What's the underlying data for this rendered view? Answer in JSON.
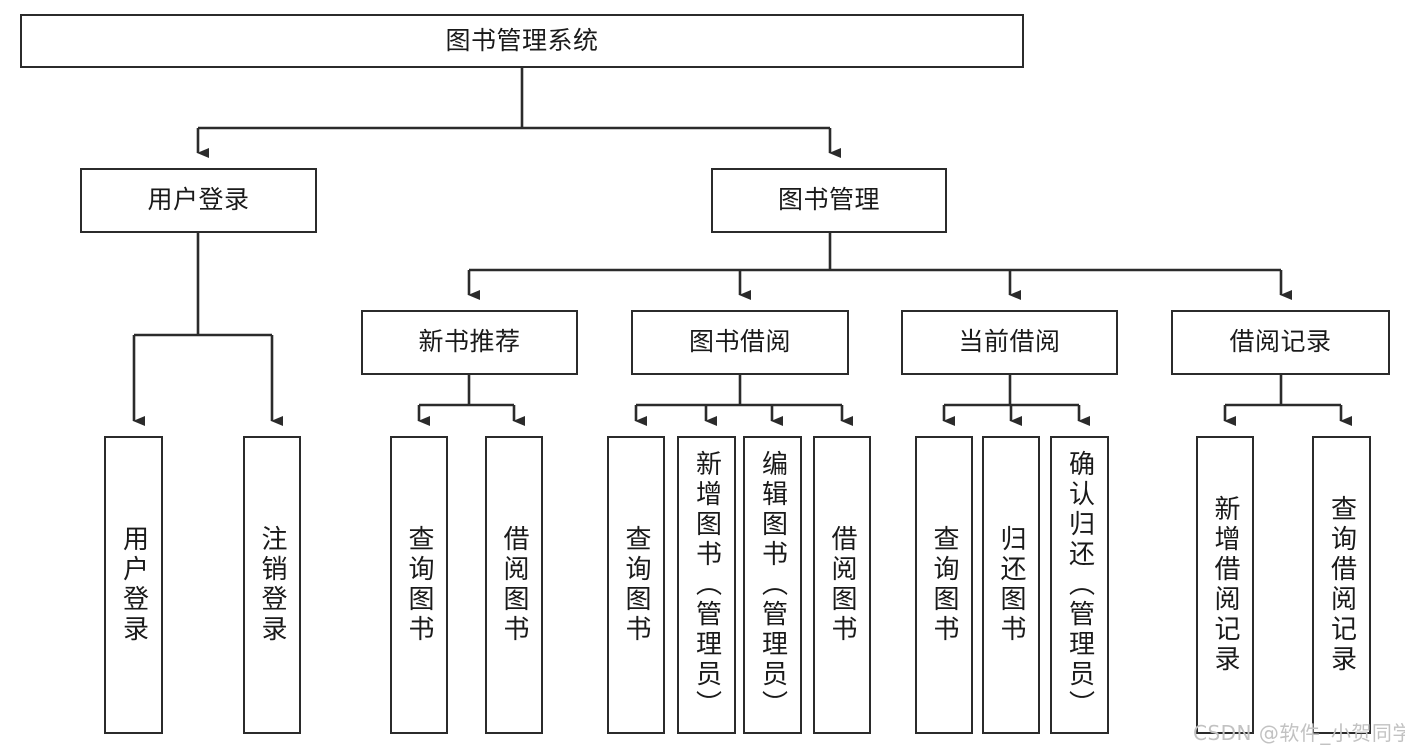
{
  "diagram": {
    "title": "图书管理系统",
    "type": "tree-hierarchy-diagram",
    "colors": {
      "stroke": "#2b2b2b",
      "fill": "#ffffff",
      "text": "#1a1a1a",
      "watermark": "#c2c2c2"
    },
    "root": {
      "label": "图书管理系统"
    },
    "level2": [
      {
        "label": "用户登录"
      },
      {
        "label": "图书管理"
      }
    ],
    "level3": [
      {
        "label": "新书推荐"
      },
      {
        "label": "图书借阅"
      },
      {
        "label": "当前借阅"
      },
      {
        "label": "借阅记录"
      }
    ],
    "leaves": {
      "user_login": [
        {
          "label": "用户登录"
        },
        {
          "label": "注销登录"
        }
      ],
      "new_book_recommend": [
        {
          "label": "查询图书"
        },
        {
          "label": "借阅图书"
        }
      ],
      "book_borrow": [
        {
          "label": "查询图书"
        },
        {
          "label": "新增图书（管理员）"
        },
        {
          "label": "编辑图书（管理员）"
        },
        {
          "label": "借阅图书"
        }
      ],
      "current_borrow": [
        {
          "label": "查询图书"
        },
        {
          "label": "归还图书"
        },
        {
          "label": "确认归还（管理员）"
        }
      ],
      "borrow_record": [
        {
          "label": "新增借阅记录"
        },
        {
          "label": "查询借阅记录"
        }
      ]
    },
    "watermark": "CSDN @软件_小贺同学"
  }
}
